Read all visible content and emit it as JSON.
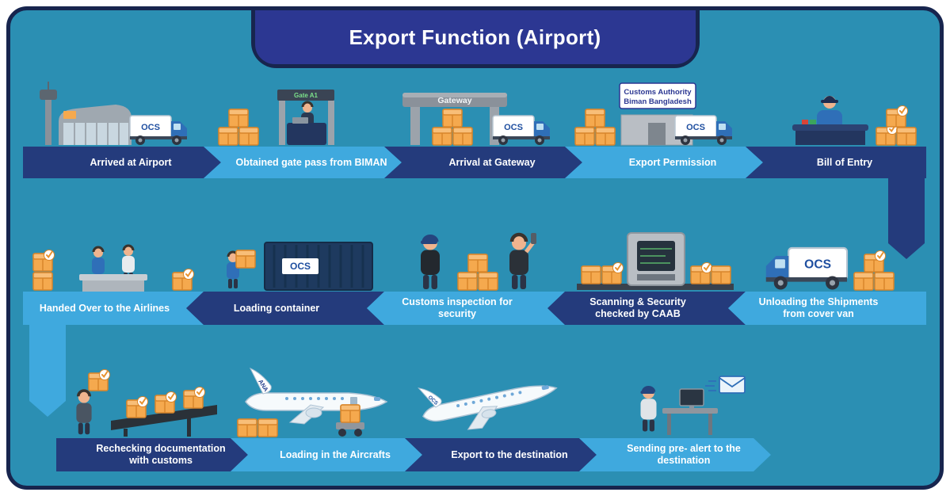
{
  "title": "Export Function (Airport)",
  "colors": {
    "bg": "#2B8FB3",
    "outline": "#17254E",
    "banner": "#2C3792",
    "dark": "#243B7C",
    "light": "#3FA9DE",
    "crate": "#F5A94E",
    "label": "#FFFFFF"
  },
  "branding": {
    "ocs": "OCS",
    "ana": "ANA"
  },
  "signs": {
    "gate": "Gate A1",
    "gateway": "Gateway",
    "customs_line1": "Customs Authority",
    "customs_line2": "Biman Bangladesh"
  },
  "rows": [
    {
      "direction": "left-to-right",
      "steps": [
        {
          "label": "Arrived at Airport"
        },
        {
          "label": "Obtained gate pass from BIMAN"
        },
        {
          "label": "Arrival at Gateway"
        },
        {
          "label": "Export Permission"
        },
        {
          "label": "Bill of Entry"
        }
      ]
    },
    {
      "direction": "right-to-left",
      "steps": [
        {
          "label": "Handed Over to the Airlines"
        },
        {
          "label": "Loading container"
        },
        {
          "label": "Customs inspection for security"
        },
        {
          "label": "Scanning & Security checked by CAAB"
        },
        {
          "label": "Unloading the Shipments from cover van"
        }
      ]
    },
    {
      "direction": "left-to-right",
      "steps": [
        {
          "label": "Rechecking documentation with customs"
        },
        {
          "label": "Loading in the Aircrafts"
        },
        {
          "label": "Export to the destination"
        },
        {
          "label": "Sending pre- alert to the destination"
        }
      ]
    }
  ]
}
